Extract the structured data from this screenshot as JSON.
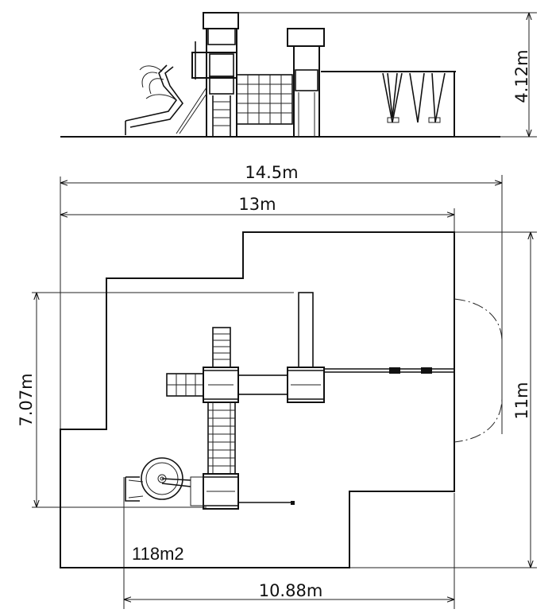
{
  "elevation": {
    "height_label": "4.12m"
  },
  "plan": {
    "overall_width_label": "14.5m",
    "inner_width_label": "13m",
    "depth_label": "11m",
    "equipment_depth_label": "7.07m",
    "bottom_width_label": "10.88m",
    "area_label": "118m2"
  },
  "colors": {
    "line": "#111111",
    "background": "#ffffff"
  }
}
